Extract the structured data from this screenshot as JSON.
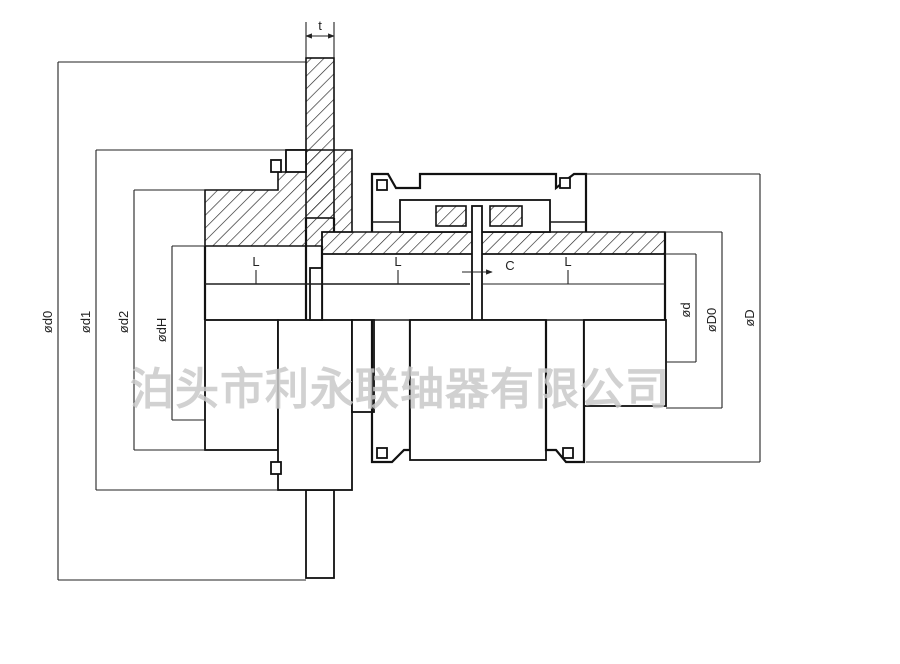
{
  "watermark": "泊头市利永联轴器有限公司",
  "dimension_labels": {
    "dD0": "ød0",
    "dD1": "ød1",
    "dD2": "ød2",
    "dDH": "ødH",
    "dd": "ød",
    "dD": "øD",
    "dDn": "øD0",
    "L_left": "L",
    "L_mid": "L",
    "L_right": "L",
    "C": "C",
    "t": "t"
  },
  "colors": {
    "line": "#111111",
    "watermark": "#c9c9c9",
    "background": "#ffffff"
  }
}
